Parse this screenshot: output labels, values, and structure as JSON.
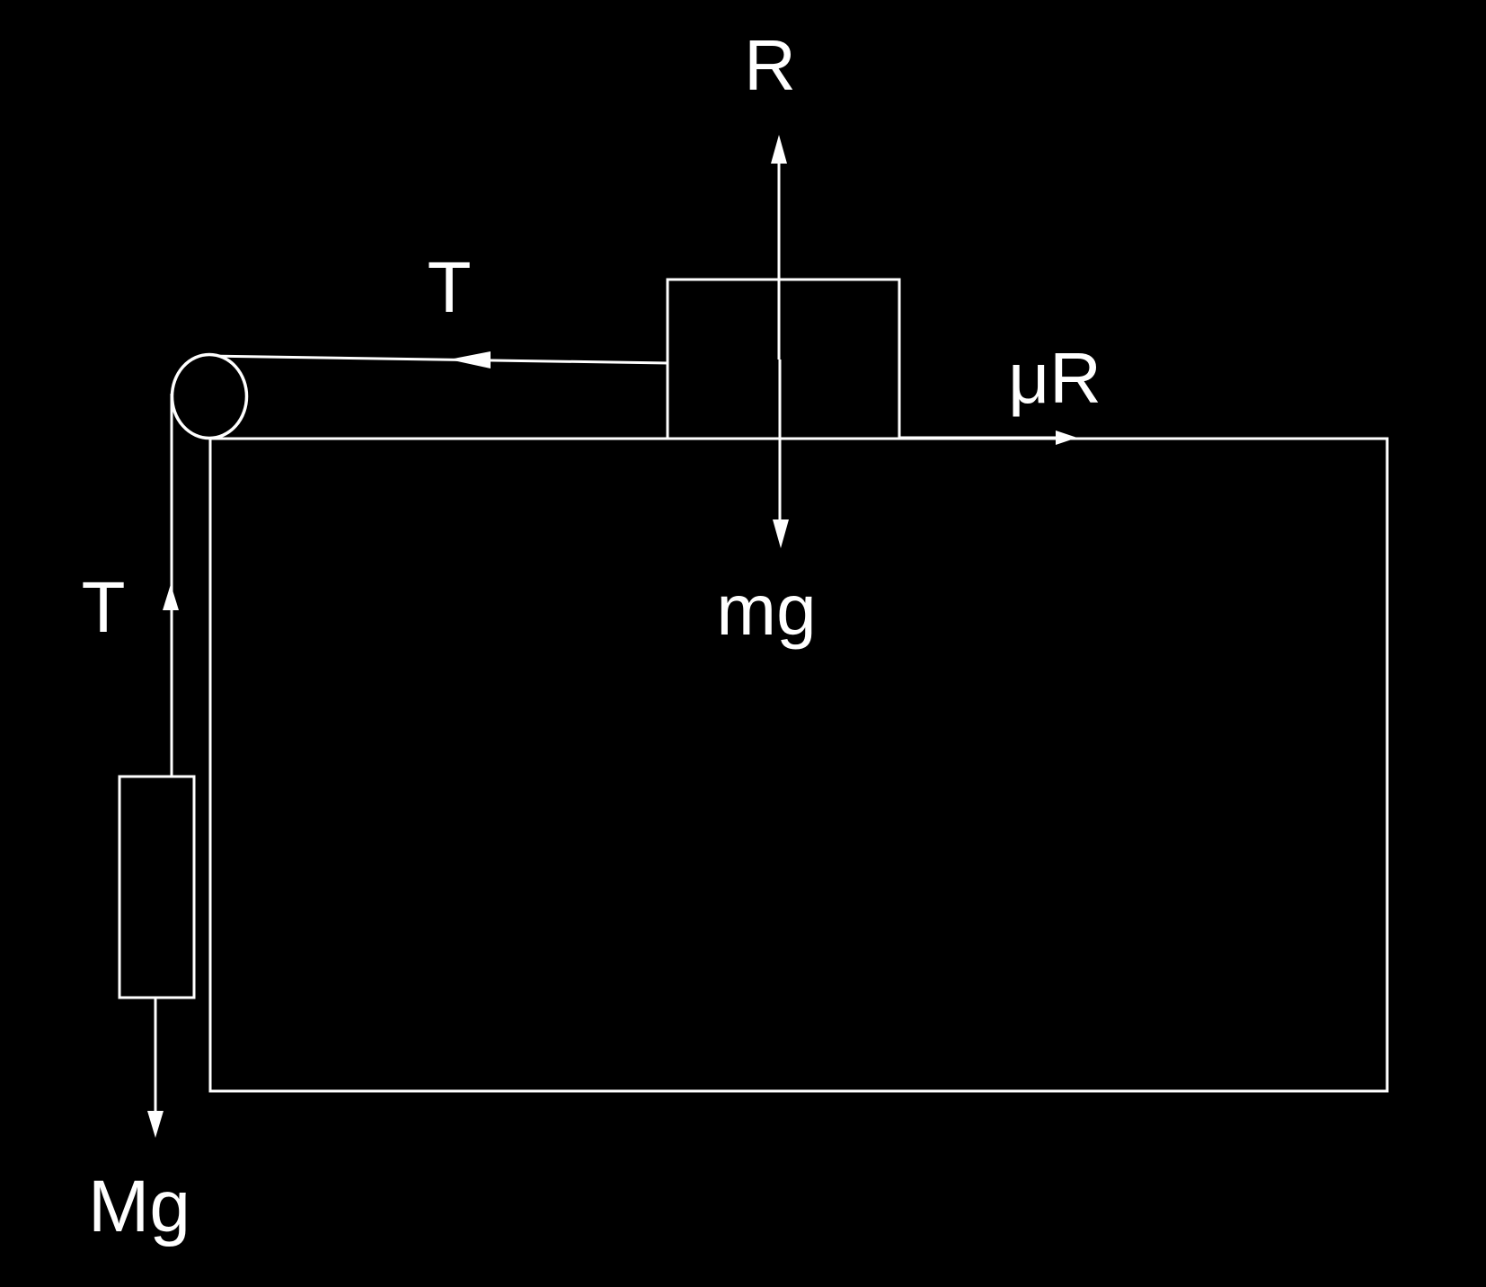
{
  "diagram": {
    "title": "free-body-diagram-block-pulley-hanging-mass",
    "background_color": "#000000",
    "line_color": "#ffffff",
    "labels": {
      "normal_force": "R",
      "tension_horizontal": "T",
      "friction_force": "μR",
      "block_weight": "mg",
      "tension_vertical": "T",
      "hanging_weight": "Mg"
    }
  }
}
